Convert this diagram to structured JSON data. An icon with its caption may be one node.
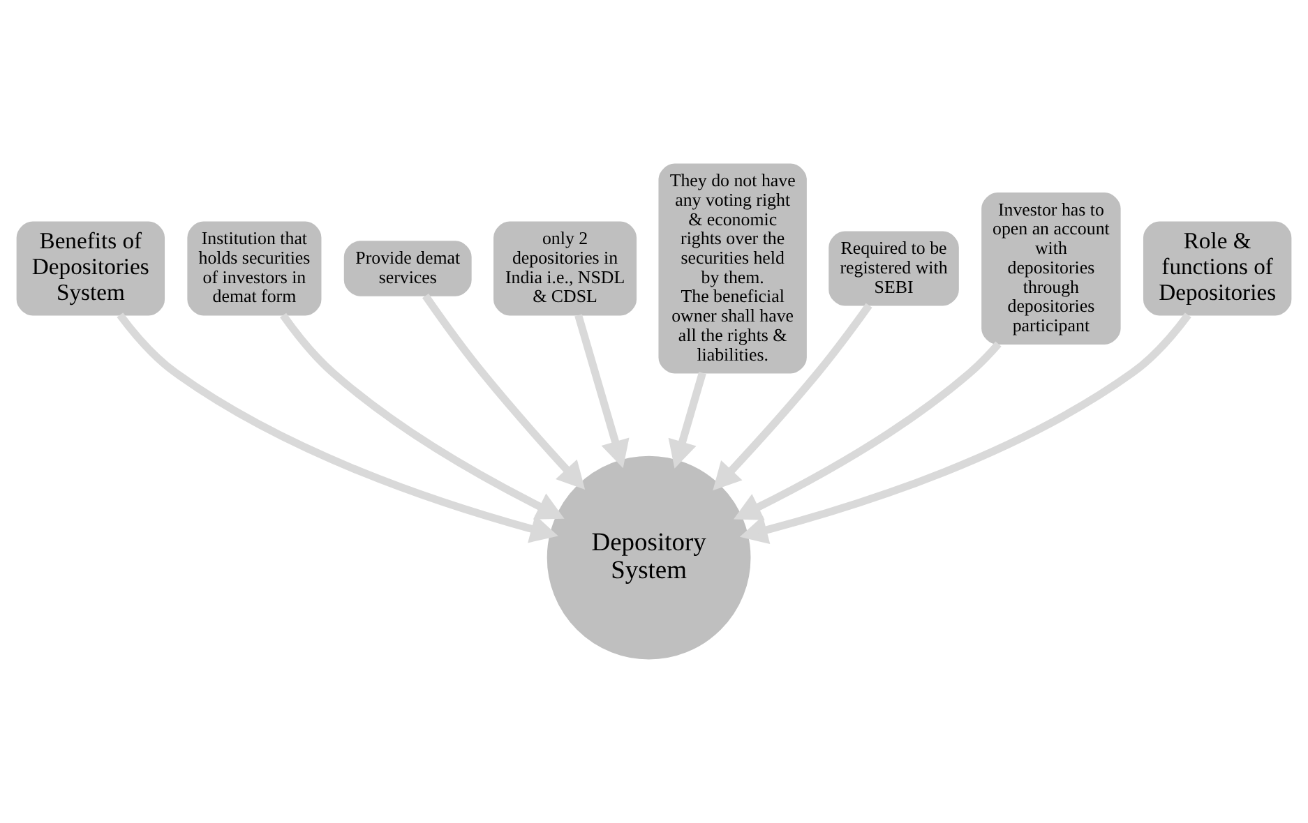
{
  "diagram": {
    "nodes": [
      {
        "text": [
          "Depository System"
        ]
      },
      {
        "text": [
          "Benefits of Depositories System"
        ]
      },
      {
        "text": [
          "Institution that holds securities of investors in demat form"
        ]
      },
      {
        "text": [
          "Provide demat services"
        ]
      },
      {
        "text": [
          "only 2 depositories in India i.e., NSDL & CDSL"
        ]
      },
      {
        "text": [
          "They do not have any voting right & economic rights over the securities held by them.",
          "The beneficial owner shall have all the rights & liabilities."
        ]
      },
      {
        "text": [
          "Required to be registered with SEBI"
        ]
      },
      {
        "text": [
          "Investor has to open an account with depositories through depositories participant"
        ]
      },
      {
        "text": [
          "Role & functions of Depositories"
        ]
      }
    ],
    "edges": [
      {
        "from": 1,
        "to": 0,
        "arrow": "to"
      },
      {
        "from": 2,
        "to": 0,
        "arrow": "to"
      },
      {
        "from": 3,
        "to": 0,
        "arrow": "to"
      },
      {
        "from": 4,
        "to": 0,
        "arrow": "to"
      },
      {
        "from": 5,
        "to": 0,
        "arrow": "to"
      },
      {
        "from": 6,
        "to": 0,
        "arrow": "to"
      },
      {
        "from": 7,
        "to": 0,
        "arrow": "to"
      },
      {
        "from": 8,
        "to": 0,
        "arrow": "to"
      }
    ]
  }
}
